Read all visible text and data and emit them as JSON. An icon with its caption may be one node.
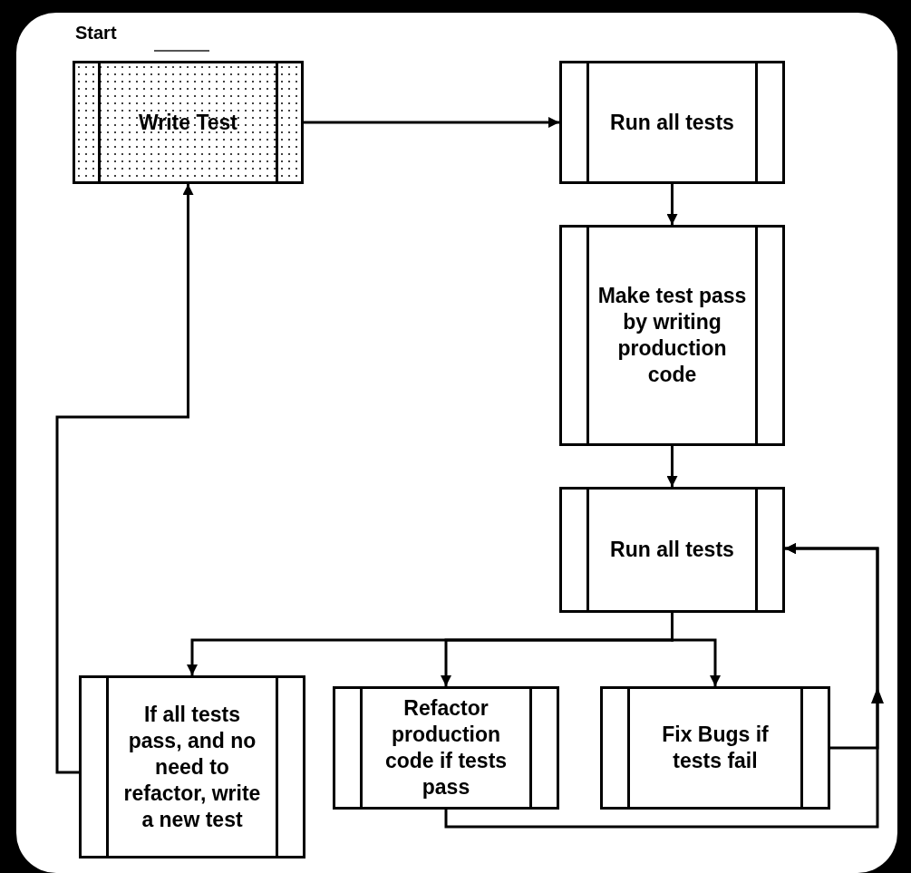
{
  "diagram": {
    "nodes": [
      {
        "text": [
          "Write Test"
        ]
      },
      {
        "text": [
          "Run all tests"
        ]
      },
      {
        "text": [
          "Make test pass by writing production code"
        ]
      },
      {
        "text": [
          "Run all tests"
        ]
      },
      {
        "text": [
          "If all tests pass, and no need to refactor, write a new test"
        ]
      },
      {
        "text": [
          "Refactor production code if tests pass"
        ]
      },
      {
        "text": [
          "Fix Bugs if tests fail"
        ]
      }
    ],
    "edges": [
      {
        "from": 0,
        "to": 1,
        "arrow": "to"
      },
      {
        "from": 1,
        "to": 2,
        "arrow": "to"
      },
      {
        "from": 2,
        "to": 3,
        "arrow": "to"
      },
      {
        "from": 3,
        "to": 4,
        "arrow": "to"
      },
      {
        "from": 3,
        "to": 5,
        "arrow": "to"
      },
      {
        "from": 3,
        "to": 6,
        "arrow": "to"
      },
      {
        "from": 6,
        "to": 3,
        "arrow": "to"
      },
      {
        "from": 5,
        "to": 3,
        "arrow": "to"
      },
      {
        "from": 4,
        "to": 0,
        "arrow": "to"
      }
    ],
    "labels": [
      "Start"
    ]
  }
}
